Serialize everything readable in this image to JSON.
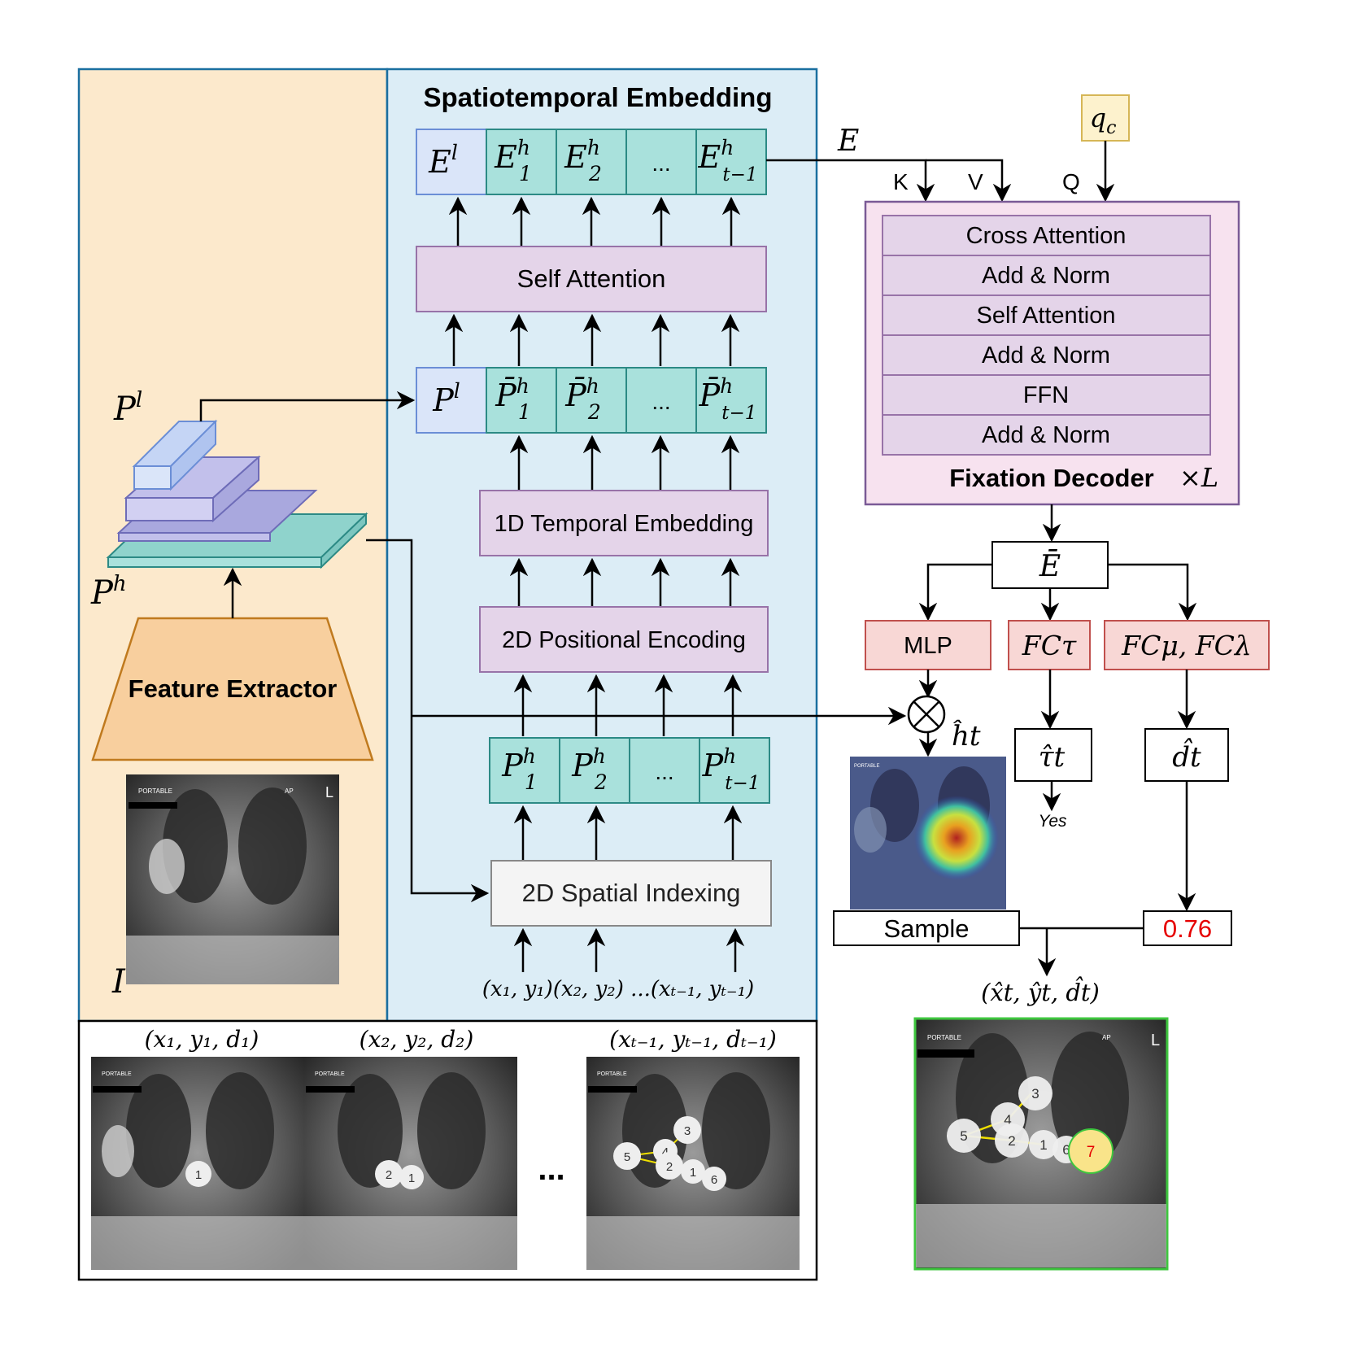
{
  "spatiotemporal": {
    "title": "Spatiotemporal Embedding",
    "embed_row": [
      "E",
      "E",
      "E",
      "...",
      "E"
    ],
    "embed_sup": [
      "l",
      "h",
      "h",
      "",
      "h"
    ],
    "embed_sub": [
      "",
      "1",
      "2",
      "",
      "t−1"
    ],
    "self_attention": "Self Attention",
    "pbar_row": [
      "P",
      "P̄",
      "P̄",
      "...",
      "P̄"
    ],
    "pbar_sup": [
      "l",
      "h",
      "h",
      "",
      "h"
    ],
    "pbar_sub": [
      "",
      "1",
      "2",
      "",
      "t−1"
    ],
    "temporal_embedding": "1D Temporal Embedding",
    "positional_encoding": "2D Positional Encoding",
    "ph_row": [
      "P",
      "P",
      "...",
      "P"
    ],
    "ph_sup": [
      "h",
      "h",
      "",
      "h"
    ],
    "ph_sub": [
      "1",
      "2",
      "",
      "t−1"
    ],
    "spatial_indexing": "2D Spatial Indexing",
    "coords_1": "(x",
    "coords_text": "(x₁, y₁)(x₂, y₂)  ...(xₜ₋₁, yₜ₋₁)"
  },
  "feature": {
    "extractor": "Feature Extractor",
    "pl": "P",
    "pl_sup": "l",
    "ph": "P",
    "ph_sup": "h",
    "image_label": "I"
  },
  "decoder": {
    "e_label": "E",
    "k": "K",
    "v": "V",
    "q": "Q",
    "qc": "q",
    "qc_sub": "c",
    "layers": [
      "Cross Attention",
      "Add & Norm",
      "Self Attention",
      "Add & Norm",
      "FFN",
      "Add & Norm"
    ],
    "title": "Fixation Decoder",
    "times_l": "×L",
    "ebar": "Ē"
  },
  "heads": {
    "mlp": "MLP",
    "fc_tau": "FCτ",
    "fc_mu_lambda": "FCμ, FCλ",
    "h_hat": "ĥt",
    "tau_hat": "τ̂t",
    "yes": "Yes",
    "d_hat": "d̂t",
    "sample": "Sample",
    "value": "0.76",
    "output": "(x̂t, ŷt, d̂t)"
  },
  "history": {
    "labels": [
      "(x₁, y₁, d₁)",
      "(x₂, y₂, d₂)",
      "(xₜ₋₁, yₜ₋₁, dₜ₋₁)"
    ],
    "ellipsis": "...",
    "xray_portable": "PORTABLE",
    "xray_ap": "AP",
    "xray_l": "L",
    "panel1_fix": [
      "1"
    ],
    "panel2_fix": [
      "2",
      "1"
    ],
    "panel3_fix": [
      "5",
      "4",
      "3",
      "2",
      "1",
      "6"
    ],
    "final_fix": [
      "5",
      "4",
      "3",
      "2",
      "1",
      "6",
      "7"
    ]
  },
  "colors": {
    "orange_bg": "#fce9cc",
    "blue_bg": "#dcedf6",
    "teal": "#a9e1dc",
    "teal_border": "#2c8a85",
    "purple_box": "#e4d4e9",
    "purple_border": "#9873a8",
    "pink_decoder": "#f7e2ef",
    "red_box": "#f8d7d5",
    "red_border": "#c0504d",
    "yellow": "#fdf2cd",
    "green_border": "#3ec63e",
    "highlight_fix": "#f9e48a"
  }
}
